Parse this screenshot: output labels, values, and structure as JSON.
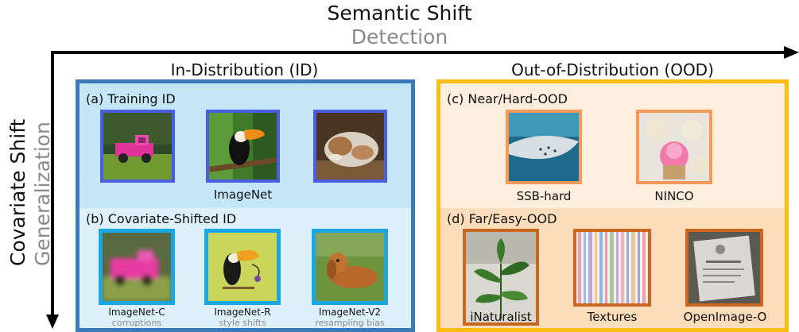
{
  "axes": {
    "horizontal_title": "Semantic Shift",
    "horizontal_subtitle": "Detection",
    "vertical_title": "Covariate Shift",
    "vertical_subtitle": "Generalization"
  },
  "columns": {
    "id": "In-Distribution (ID)",
    "ood": "Out-of-Distribution (OOD)"
  },
  "sections": {
    "a": {
      "label": "(a) Training ID",
      "caption": "ImageNet"
    },
    "b": {
      "label": "(b) Covariate-Shifted ID",
      "items": [
        {
          "name": "ImageNet-C",
          "note": "corruptions"
        },
        {
          "name": "ImageNet-R",
          "note": "style shifts"
        },
        {
          "name": "ImageNet-V2",
          "note": "resampling bias"
        }
      ]
    },
    "c": {
      "label": "(c) Near/Hard-OOD",
      "items": [
        {
          "name": "SSB-hard"
        },
        {
          "name": "NINCO"
        }
      ]
    },
    "d": {
      "label": "(d) Far/Easy-OOD",
      "items": [
        {
          "name": "iNaturalist"
        },
        {
          "name": "Textures"
        },
        {
          "name": "OpenImage-O"
        }
      ]
    }
  },
  "thumbnails": [
    {
      "section": "a",
      "icon": "pink-truck-photo"
    },
    {
      "section": "a",
      "icon": "toucan-photo"
    },
    {
      "section": "a",
      "icon": "sleeping-dog-photo"
    },
    {
      "section": "b",
      "icon": "blurred-pink-truck-photo"
    },
    {
      "section": "b",
      "icon": "toucan-drawing"
    },
    {
      "section": "b",
      "icon": "spaniel-photo"
    },
    {
      "section": "c",
      "icon": "manta-ray-photo"
    },
    {
      "section": "c",
      "icon": "cupcakes-photo"
    },
    {
      "section": "d",
      "icon": "plant-leaves-photo"
    },
    {
      "section": "d",
      "icon": "striped-texture"
    },
    {
      "section": "d",
      "icon": "certificate-photo"
    }
  ],
  "colors": {
    "id_border": "#3b7ab8",
    "id_top_fill": "#c4e6f6",
    "id_bottom_fill": "#ddf1fb",
    "training_frame": "#4a5fe0",
    "shifted_frame": "#1aa7e3",
    "ood_border": "#fbbd12",
    "near_fill": "#fdeedd",
    "far_fill": "#fbdcbb",
    "near_frame": "#f29a5a",
    "far_frame": "#d0651e",
    "subtitle_gray": "#8a8a8a"
  }
}
